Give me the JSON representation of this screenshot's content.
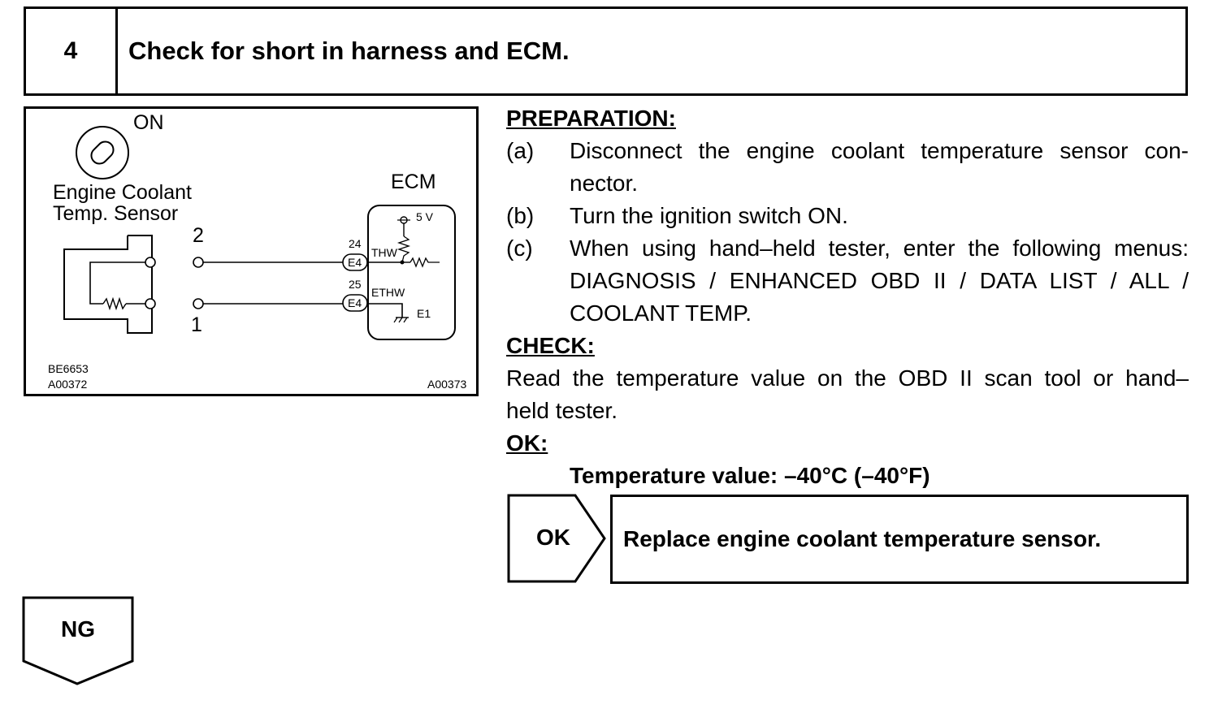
{
  "step": {
    "number": "4",
    "title": "Check for short in harness and ECM."
  },
  "diagram": {
    "switch_label": "ON",
    "sensor_label_line1": "Engine Coolant",
    "sensor_label_line2": "Temp. Sensor",
    "ecm_label": "ECM",
    "pin_top": "2",
    "pin_bottom": "1",
    "connector_top_pin": "24",
    "connector_bottom_pin": "25",
    "connector_top": "E4",
    "connector_bottom": "E4",
    "signal_top": "THW",
    "signal_bottom": "ETHW",
    "voltage": "5 V",
    "ground": "E1",
    "code_1": "BE6653",
    "code_2": "A00372",
    "code_3": "A00373"
  },
  "procedure": {
    "preparation_heading": "PREPARATION:",
    "steps": [
      {
        "label": "(a)",
        "lines": [
          "Disconnect the engine coolant temperature sensor con-",
          "nector."
        ]
      },
      {
        "label": "(b)",
        "lines": [
          "Turn the ignition switch ON."
        ]
      },
      {
        "label": "(c)",
        "lines": [
          "When using hand–held tester, enter the following menus:",
          "DIAGNOSIS / ENHANCED OBD II / DATA LIST / ALL /",
          "COOLANT TEMP."
        ]
      }
    ],
    "check_heading": "CHECK:",
    "check_lines": [
      "Read the temperature value on the OBD II scan tool or hand–",
      "held tester."
    ],
    "ok_heading": "OK:",
    "ok_value": "Temperature value: –40°C (–40°F)"
  },
  "result_ok": {
    "label": "OK",
    "action": "Replace engine coolant temperature sensor."
  },
  "result_ng": {
    "label": "NG"
  }
}
